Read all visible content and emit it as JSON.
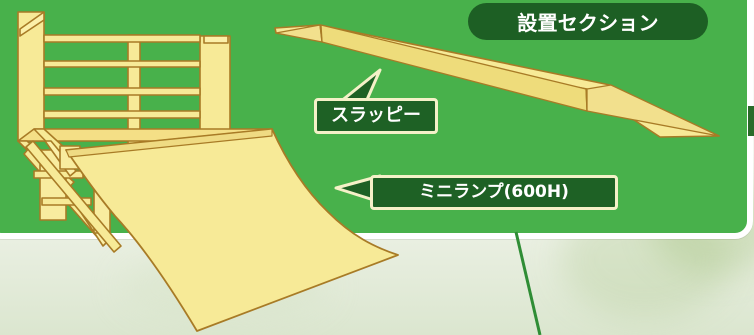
{
  "section_badge": {
    "label": "設置セクション"
  },
  "items": [
    {
      "label": "スラッピー"
    },
    {
      "label": "ミニランプ(600H)"
    }
  ],
  "colors": {
    "panel": "#48b14b",
    "badge": "#1d5f24",
    "label_bg": "#1e6125",
    "yellow": "#f7ea97",
    "yellow_dark": "#e0c863",
    "outline": "#a87b26"
  }
}
